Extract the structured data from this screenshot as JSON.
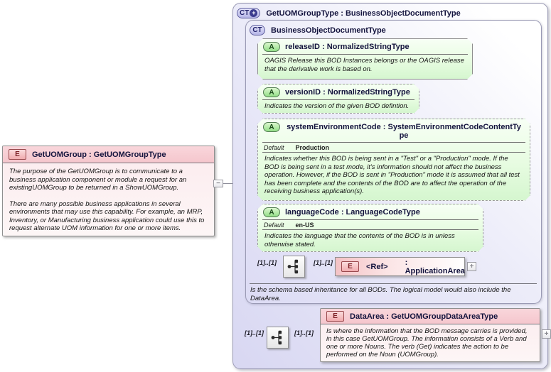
{
  "cardinality": "[1]..[1]",
  "icons": {
    "expand": "+",
    "collapse": "−"
  },
  "colors": {
    "attribute_green": "#d5f6cf",
    "element_pink": "#f5c6cd",
    "type_lavender": "#d8d7f2",
    "line_gray": "#8f8f9b"
  },
  "element_box": {
    "badge": "E",
    "title": "GetUOMGroup : GetUOMGroupType",
    "doc1": "The purpose of the GetUOMGroup is to communicate to a business application component or module a request for an existingUOMGroup to be returned in a ShowUOMGroup.",
    "doc2": "There are many possible business applications in several environments that may use this capability.  For example, an MRP, Inventory, or Manufacturing business application could use this to request alternate UOM information for one or more items."
  },
  "outer_type": {
    "badge": "CT",
    "badge_plus": "+",
    "title": "GetUOMGroupType : BusinessObjectDocumentType"
  },
  "base_type": {
    "badge": "CT",
    "title": "BusinessObjectDocumentType",
    "doc": "Is the schema based inheritance for all BODs. The logical model would also include the DataArea.",
    "attributes": [
      {
        "badge": "A",
        "title": "releaseID : NormalizedStringType",
        "doc": "OAGIS Release this BOD Instances belongs or the OAGIS release that the derivative work is based on."
      },
      {
        "badge": "A",
        "title": "versionID : NormalizedStringType",
        "doc": "Indicates the version of the given BOD defintion."
      },
      {
        "badge": "A",
        "title": "systemEnvironmentCode : SystemEnvironmentCodeContentType",
        "default_label": "Default",
        "default_value": "Production",
        "doc": "Indicates whether this BOD is being sent in a \"Test\" or a \"Production\" mode. If the BOD is being sent in a test mode, it's information should not affect the business operation. However, if the BOD is sent in \"Production\" mode it is assumed that all test has been complete and the contents of the BOD are to affect the operation of the receiving business application(s)."
      },
      {
        "badge": "A",
        "title": "languageCode : LanguageCodeType",
        "default_label": "Default",
        "default_value": "en-US",
        "doc": "Indicates the language that the contents of the BOD is in unless otherwise stated."
      }
    ]
  },
  "application_area": {
    "badge": "E",
    "name": "<Ref>",
    "type": ": ApplicationArea"
  },
  "data_area": {
    "badge": "E",
    "title": "DataArea : GetUOMGroupDataAreaType",
    "doc": "Is where the information that the BOD message carries is provided, in this case GetUOMGroup. The information consists of a Verb and one or more Nouns. The verb (Get) indicates the action to be performed on the Noun (UOMGroup)."
  }
}
